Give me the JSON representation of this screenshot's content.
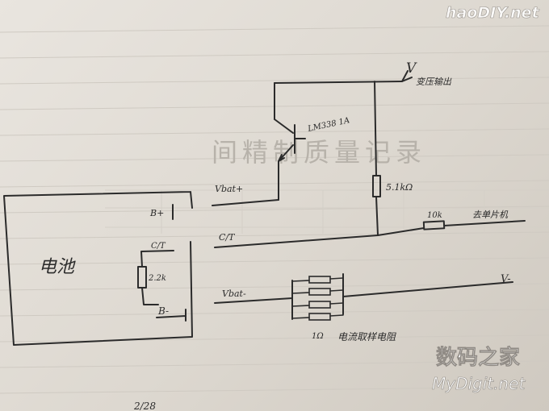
{
  "watermark_top": "haoDIY.net",
  "watermark_bottom": {
    "cn": "数码之家",
    "en": "MyDigit.net"
  },
  "bleed_through_text": "间精制质量记录",
  "labels": {
    "vout": "V",
    "vout_note": "变压输出",
    "transistor": "LM338 1A",
    "vbat_plus": "Vbat+",
    "r_5k1": "5.1kΩ",
    "r_10k": "10k",
    "to_mcu": "去单片机",
    "ct_main": "C/T",
    "battery": "电池",
    "b_plus": "B+",
    "ct_batt": "C/T",
    "r_2k2": "2.2k",
    "b_minus": "B-",
    "vbat_minus": "Vbat-",
    "v_minus": "V-",
    "sense_r": "1Ω",
    "sense_note": "电流取样电阻",
    "footer": "2/28"
  },
  "ink_color": "#2b2b2b",
  "paper_color": "#e6e2dc"
}
